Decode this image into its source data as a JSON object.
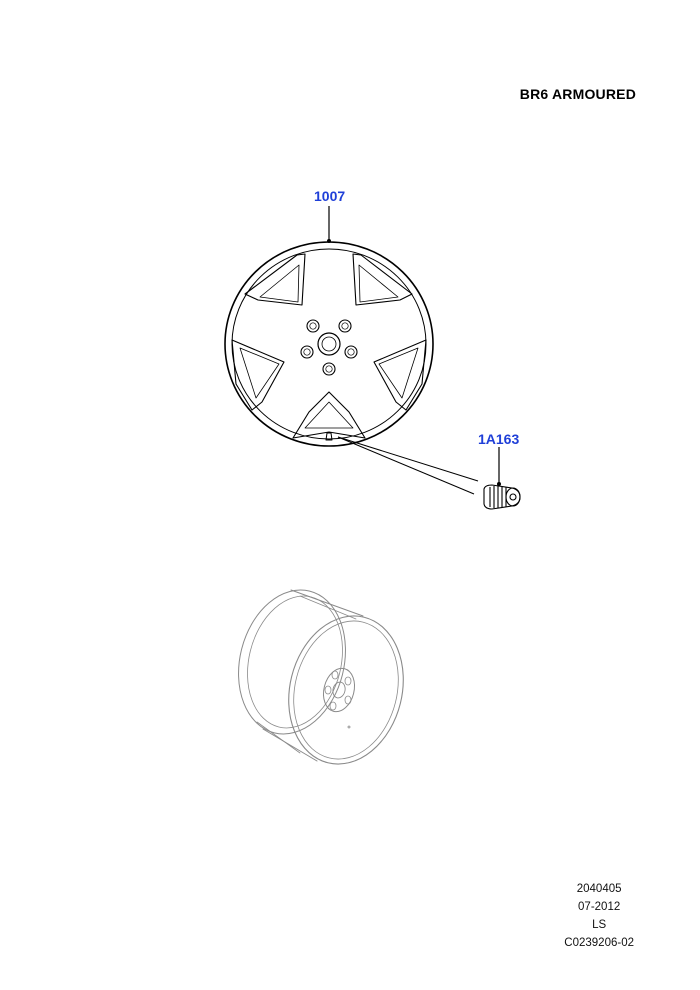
{
  "heading": "BR6 ARMOURED",
  "callouts": {
    "wheel": "1007",
    "valve_cap": "1A163"
  },
  "footer": {
    "line1": "2040405",
    "line2": "07-2012",
    "line3": "LS",
    "line4": "C0239206-02"
  },
  "colors": {
    "callout": "#1f3fd8",
    "line": "#000000",
    "ghost": "#8a8a8a"
  }
}
